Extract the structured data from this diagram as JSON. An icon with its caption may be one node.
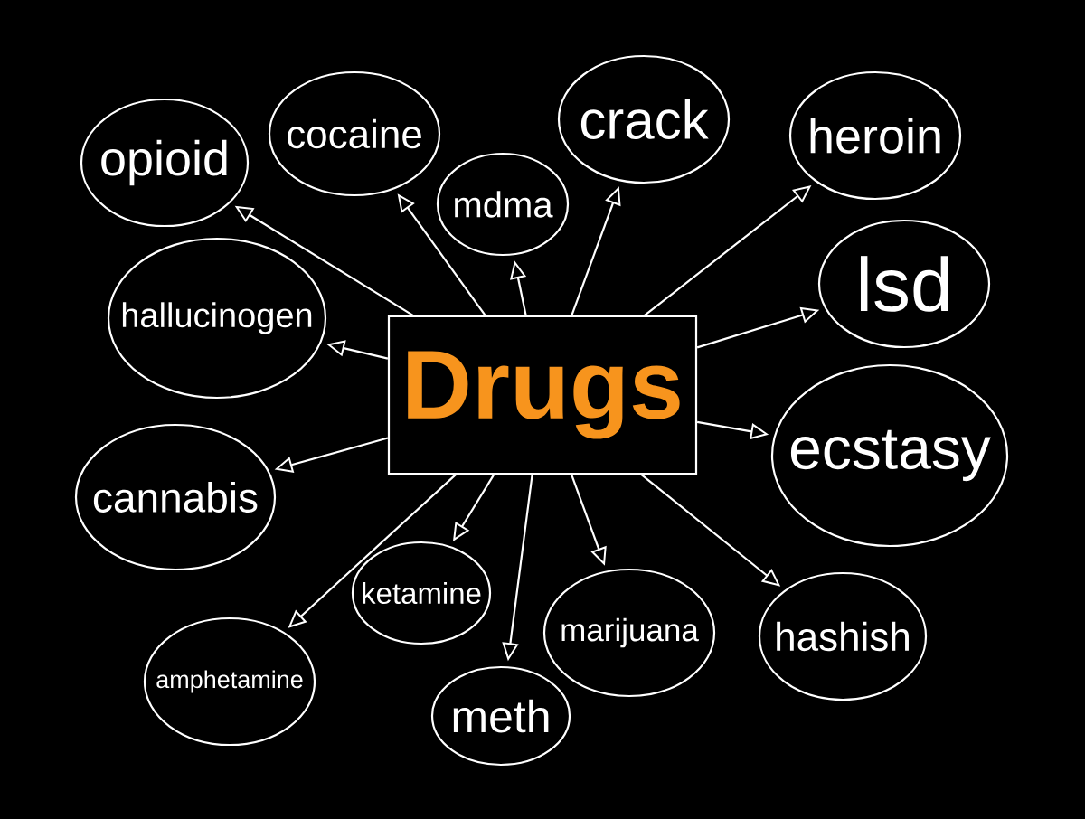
{
  "diagram": {
    "nodes": [
      {
        "text": [
          "Drugs"
        ]
      },
      {
        "text": [
          "opioid"
        ]
      },
      {
        "text": [
          "cocaine"
        ]
      },
      {
        "text": [
          "mdma"
        ]
      },
      {
        "text": [
          "crack"
        ]
      },
      {
        "text": [
          "heroin"
        ]
      },
      {
        "text": [
          "lsd"
        ]
      },
      {
        "text": [
          "hallucinogen"
        ]
      },
      {
        "text": [
          "ecstasy"
        ]
      },
      {
        "text": [
          "cannabis"
        ]
      },
      {
        "text": [
          "ketamine"
        ]
      },
      {
        "text": [
          "marijuana"
        ]
      },
      {
        "text": [
          "hashish"
        ]
      },
      {
        "text": [
          "amphetamine"
        ]
      },
      {
        "text": [
          "meth"
        ]
      }
    ],
    "edges": [
      {
        "from": 0,
        "to": 1,
        "arrow": "to"
      },
      {
        "from": 0,
        "to": 2,
        "arrow": "to"
      },
      {
        "from": 0,
        "to": 3,
        "arrow": "to"
      },
      {
        "from": 0,
        "to": 4,
        "arrow": "to"
      },
      {
        "from": 0,
        "to": 5,
        "arrow": "to"
      },
      {
        "from": 0,
        "to": 6,
        "arrow": "to"
      },
      {
        "from": 0,
        "to": 7,
        "arrow": "to"
      },
      {
        "from": 0,
        "to": 8,
        "arrow": "to"
      },
      {
        "from": 0,
        "to": 9,
        "arrow": "to"
      },
      {
        "from": 0,
        "to": 10,
        "arrow": "to"
      },
      {
        "from": 0,
        "to": 11,
        "arrow": "to"
      },
      {
        "from": 0,
        "to": 12,
        "arrow": "to"
      },
      {
        "from": 0,
        "to": 13,
        "arrow": "to"
      },
      {
        "from": 0,
        "to": 14,
        "arrow": "to"
      }
    ]
  }
}
